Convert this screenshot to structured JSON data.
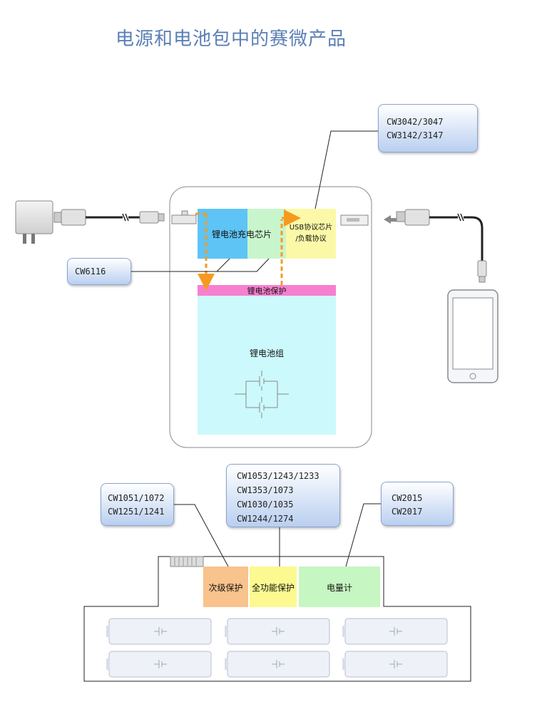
{
  "title": "电源和电池包中的赛微产品",
  "callouts": {
    "fuel_gauge_top": [
      "CW3042/3047",
      "CW3142/3147"
    ],
    "charger": [
      "CW6116"
    ],
    "secondary_protection": [
      "CW1051/1072",
      "CW1251/1241"
    ],
    "full_protection": [
      "CW1053/1243/1233",
      "CW1353/1073",
      "CW1030/1035",
      "CW1244/1274"
    ],
    "fuel_gauge_bottom": [
      "CW2015",
      "CW2017"
    ]
  },
  "powerbank": {
    "charger_chip_label": "锂电池充电芯片",
    "usb_chip_label_line1": "USB协议芯片",
    "usb_chip_label_line2": "/负载协议",
    "protection_label": "锂电池保护",
    "battery_pack_label": "锂电池组"
  },
  "battery_module": {
    "secondary_protection_label": "次级保护",
    "full_protection_label": "全功能保护",
    "fuel_gauge_label": "电量计"
  },
  "colors": {
    "charger_blue": "#5ec4f5",
    "charger_green": "#c9f5cc",
    "usb_yellow": "#fbf9a8",
    "protection_pink": "#f77fcf",
    "battery_cyan": "#ccf9fb",
    "secondary_orange": "#f8c38c",
    "full_yellow": "#fbf98f",
    "gauge_green": "#c6f6c1",
    "arrow_orange": "#f59a20",
    "title_blue": "#5b7fb5"
  }
}
